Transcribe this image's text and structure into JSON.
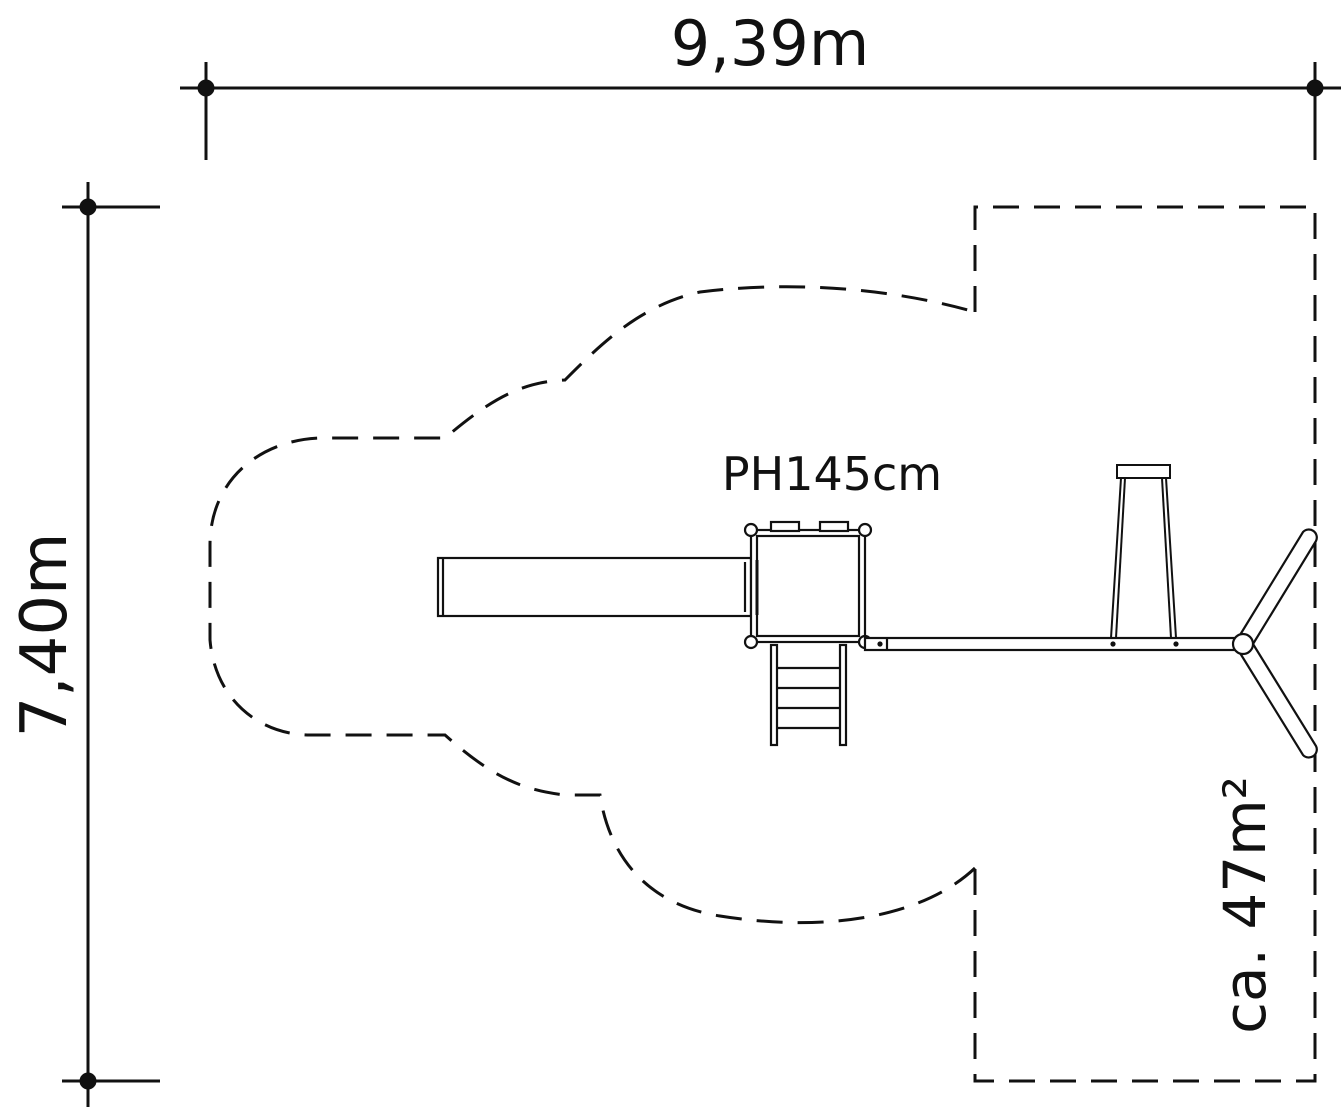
{
  "dimensions": {
    "width_label": "9,39m",
    "height_label": "7,40m"
  },
  "platform": {
    "height_label": "PH145cm"
  },
  "area": {
    "label": "ca. 47m²"
  }
}
